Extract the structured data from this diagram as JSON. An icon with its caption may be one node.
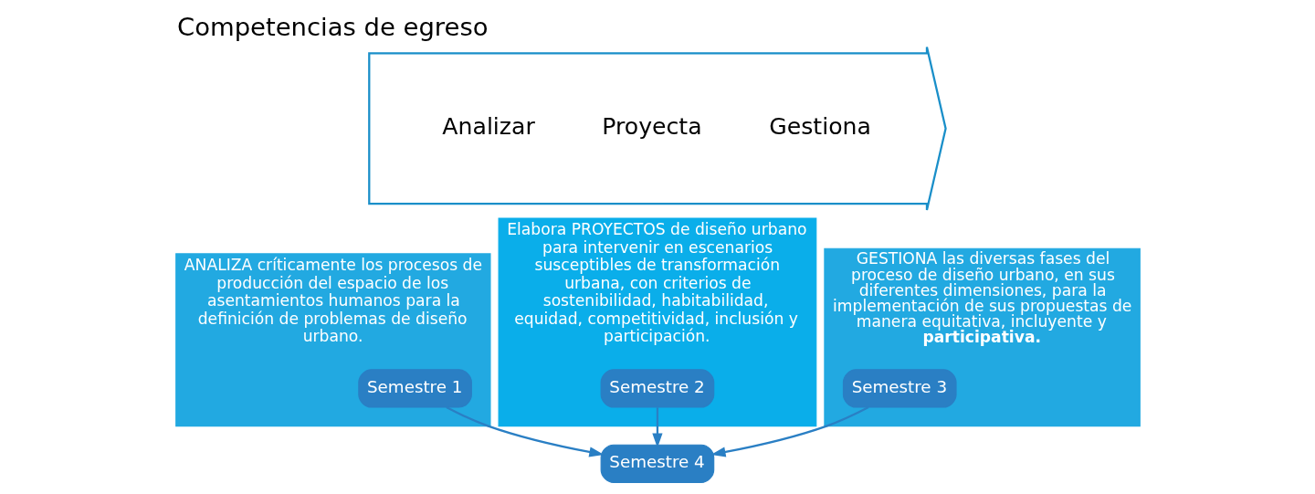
{
  "diagram": {
    "title": "Competencias de egreso",
    "nodes": [
      {
        "text": [
          "Analizar",
          "Proyecta",
          "Gestiona"
        ]
      },
      {
        "text": [
          "ANALIZA críticamente los procesos de producción del espacio de los asentamientos humanos para la definición de problemas de diseño urbano."
        ]
      },
      {
        "text": [
          "Semestre 1"
        ],
        "in": 1
      },
      {
        "text": [
          "Elabora PROYECTOS de diseño urbano para intervenir en escenarios susceptibles de transformación urbana, con criterios de sostenibilidad, habitabilidad, equidad, competitividad, inclusión y participación."
        ]
      },
      {
        "text": [
          "Semestre 2"
        ],
        "in": 3
      },
      {
        "text": [
          "GESTIONA las diversas fases del proceso de diseño urbano, en sus diferentes dimensiones, para la implementación de sus propuestas de manera equitativa, incluyente y **participativa.**"
        ]
      },
      {
        "text": [
          "Semestre 3"
        ],
        "in": 5
      },
      {
        "text": [
          "Semestre 4"
        ]
      }
    ],
    "edges": [
      {
        "from": 2,
        "to": 7,
        "arrow": "to"
      },
      {
        "from": 4,
        "to": 7,
        "arrow": "to"
      },
      {
        "from": 6,
        "to": 7,
        "arrow": "to"
      }
    ]
  }
}
